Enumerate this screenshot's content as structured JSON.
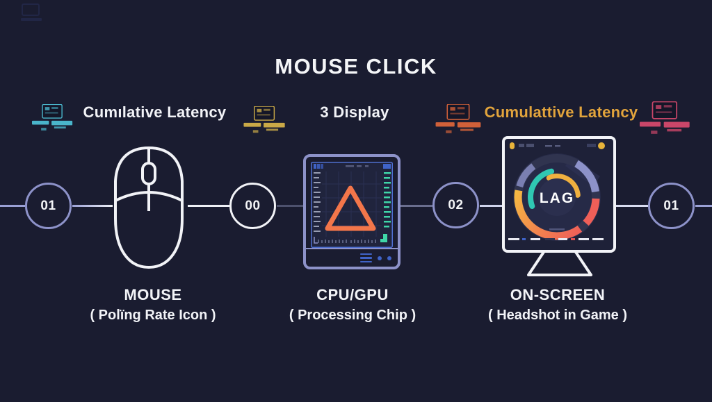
{
  "title": "MOUSE CLICK",
  "headers": [
    {
      "label": "Cumılative Latency",
      "color": "#f2f3f7"
    },
    {
      "label": "3 Display",
      "color": "#f2f3f7"
    },
    {
      "label": "Cumulattive Latency",
      "color": "#e2a43c"
    }
  ],
  "mini_icons": [
    {
      "name": "cyan-workstation",
      "color": "#4fc3d9"
    },
    {
      "name": "yellow-workstation",
      "color": "#d9b64a"
    },
    {
      "name": "orange-workstation",
      "color": "#e0663a"
    },
    {
      "name": "pink-workstation",
      "color": "#d94a6e"
    }
  ],
  "nodes": [
    {
      "value": "01",
      "ring": "#8d92c9"
    },
    {
      "value": "00",
      "ring": "#f2f3f7"
    },
    {
      "value": "02",
      "ring": "#8d92c9"
    },
    {
      "value": "01",
      "ring": "#8d92c9"
    }
  ],
  "gauge": {
    "label": "LAG"
  },
  "stages": [
    {
      "name": "MOUSE",
      "sub": "( Polïng Rate Icon )"
    },
    {
      "name": "CPU/GPU",
      "sub": "( Processing Chip )"
    },
    {
      "name": "ON-SCREEN",
      "sub": "( Headshot in Game )"
    }
  ],
  "colors": {
    "background": "#1a1c30",
    "line_lavender": "#9aa0d5",
    "line_white": "#eef0f6",
    "triangle_orange": "#f3764a"
  }
}
